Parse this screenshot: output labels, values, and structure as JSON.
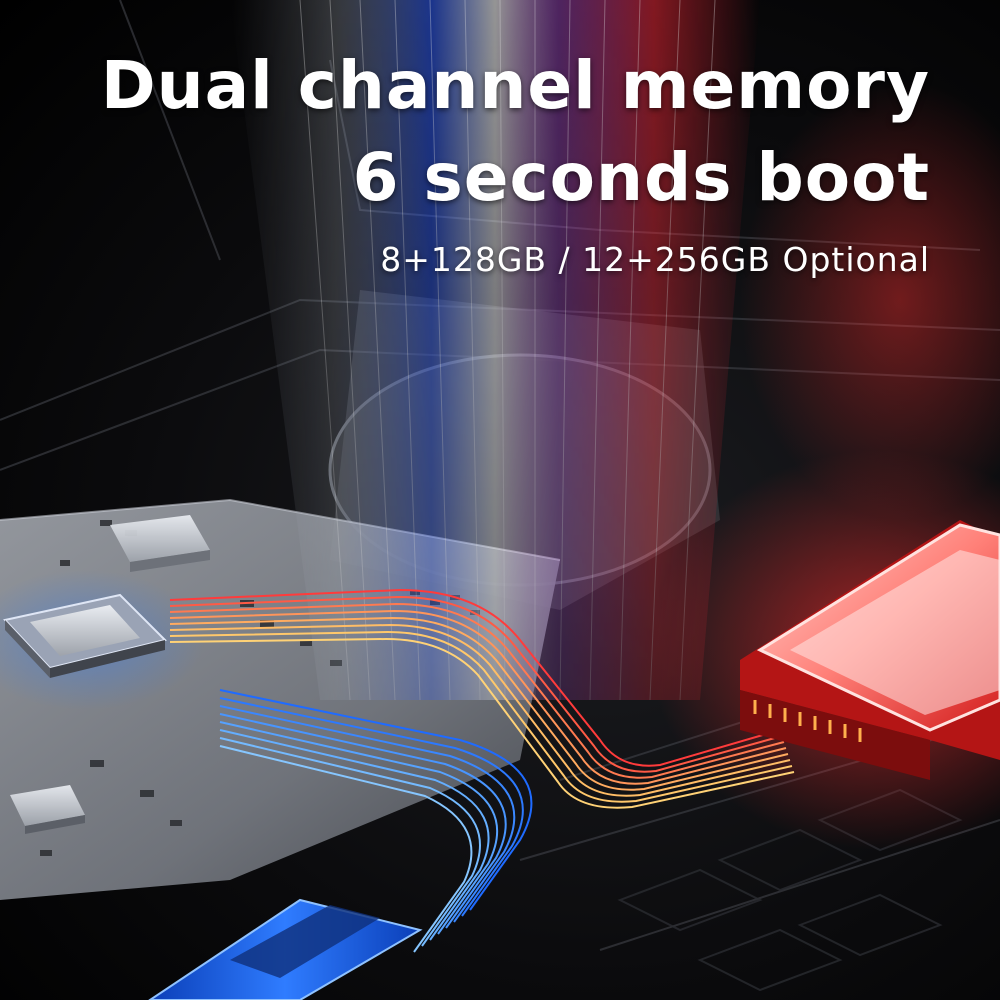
{
  "headline": {
    "line1": "Dual channel memory",
    "line2": "6 seconds boot"
  },
  "subline": "8+128GB / 12+256GB Optional",
  "colors": {
    "background": "#0b0b0d",
    "board": "#8d9096",
    "chip": "#c9ccd2",
    "ssd": "#1f5fd8",
    "hdd_glow": "#ff2a2a",
    "blue_trace": "#4aa8ff",
    "red_trace": "#ff3b3b",
    "gold_trace": "#ffc46b",
    "text": "#ffffff"
  },
  "icons": [
    "cpu-chip-icon",
    "ssd-icon",
    "hard-drive-icon"
  ]
}
